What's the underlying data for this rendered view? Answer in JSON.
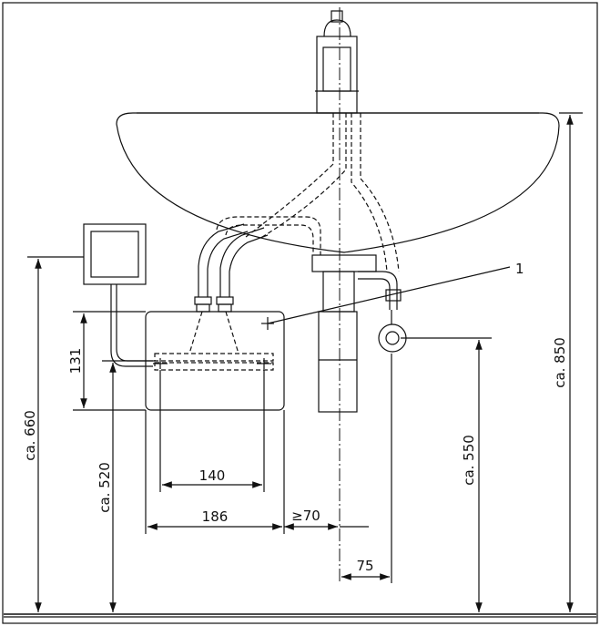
{
  "labels": {
    "h_660": "ca. 660",
    "h_520": "ca. 520",
    "h_131": "131",
    "h_550": "ca. 550",
    "h_850": "ca. 850",
    "w_140": "140",
    "w_186": "186",
    "w_70": "≥70",
    "w_75": "75",
    "callout_1": "1"
  }
}
